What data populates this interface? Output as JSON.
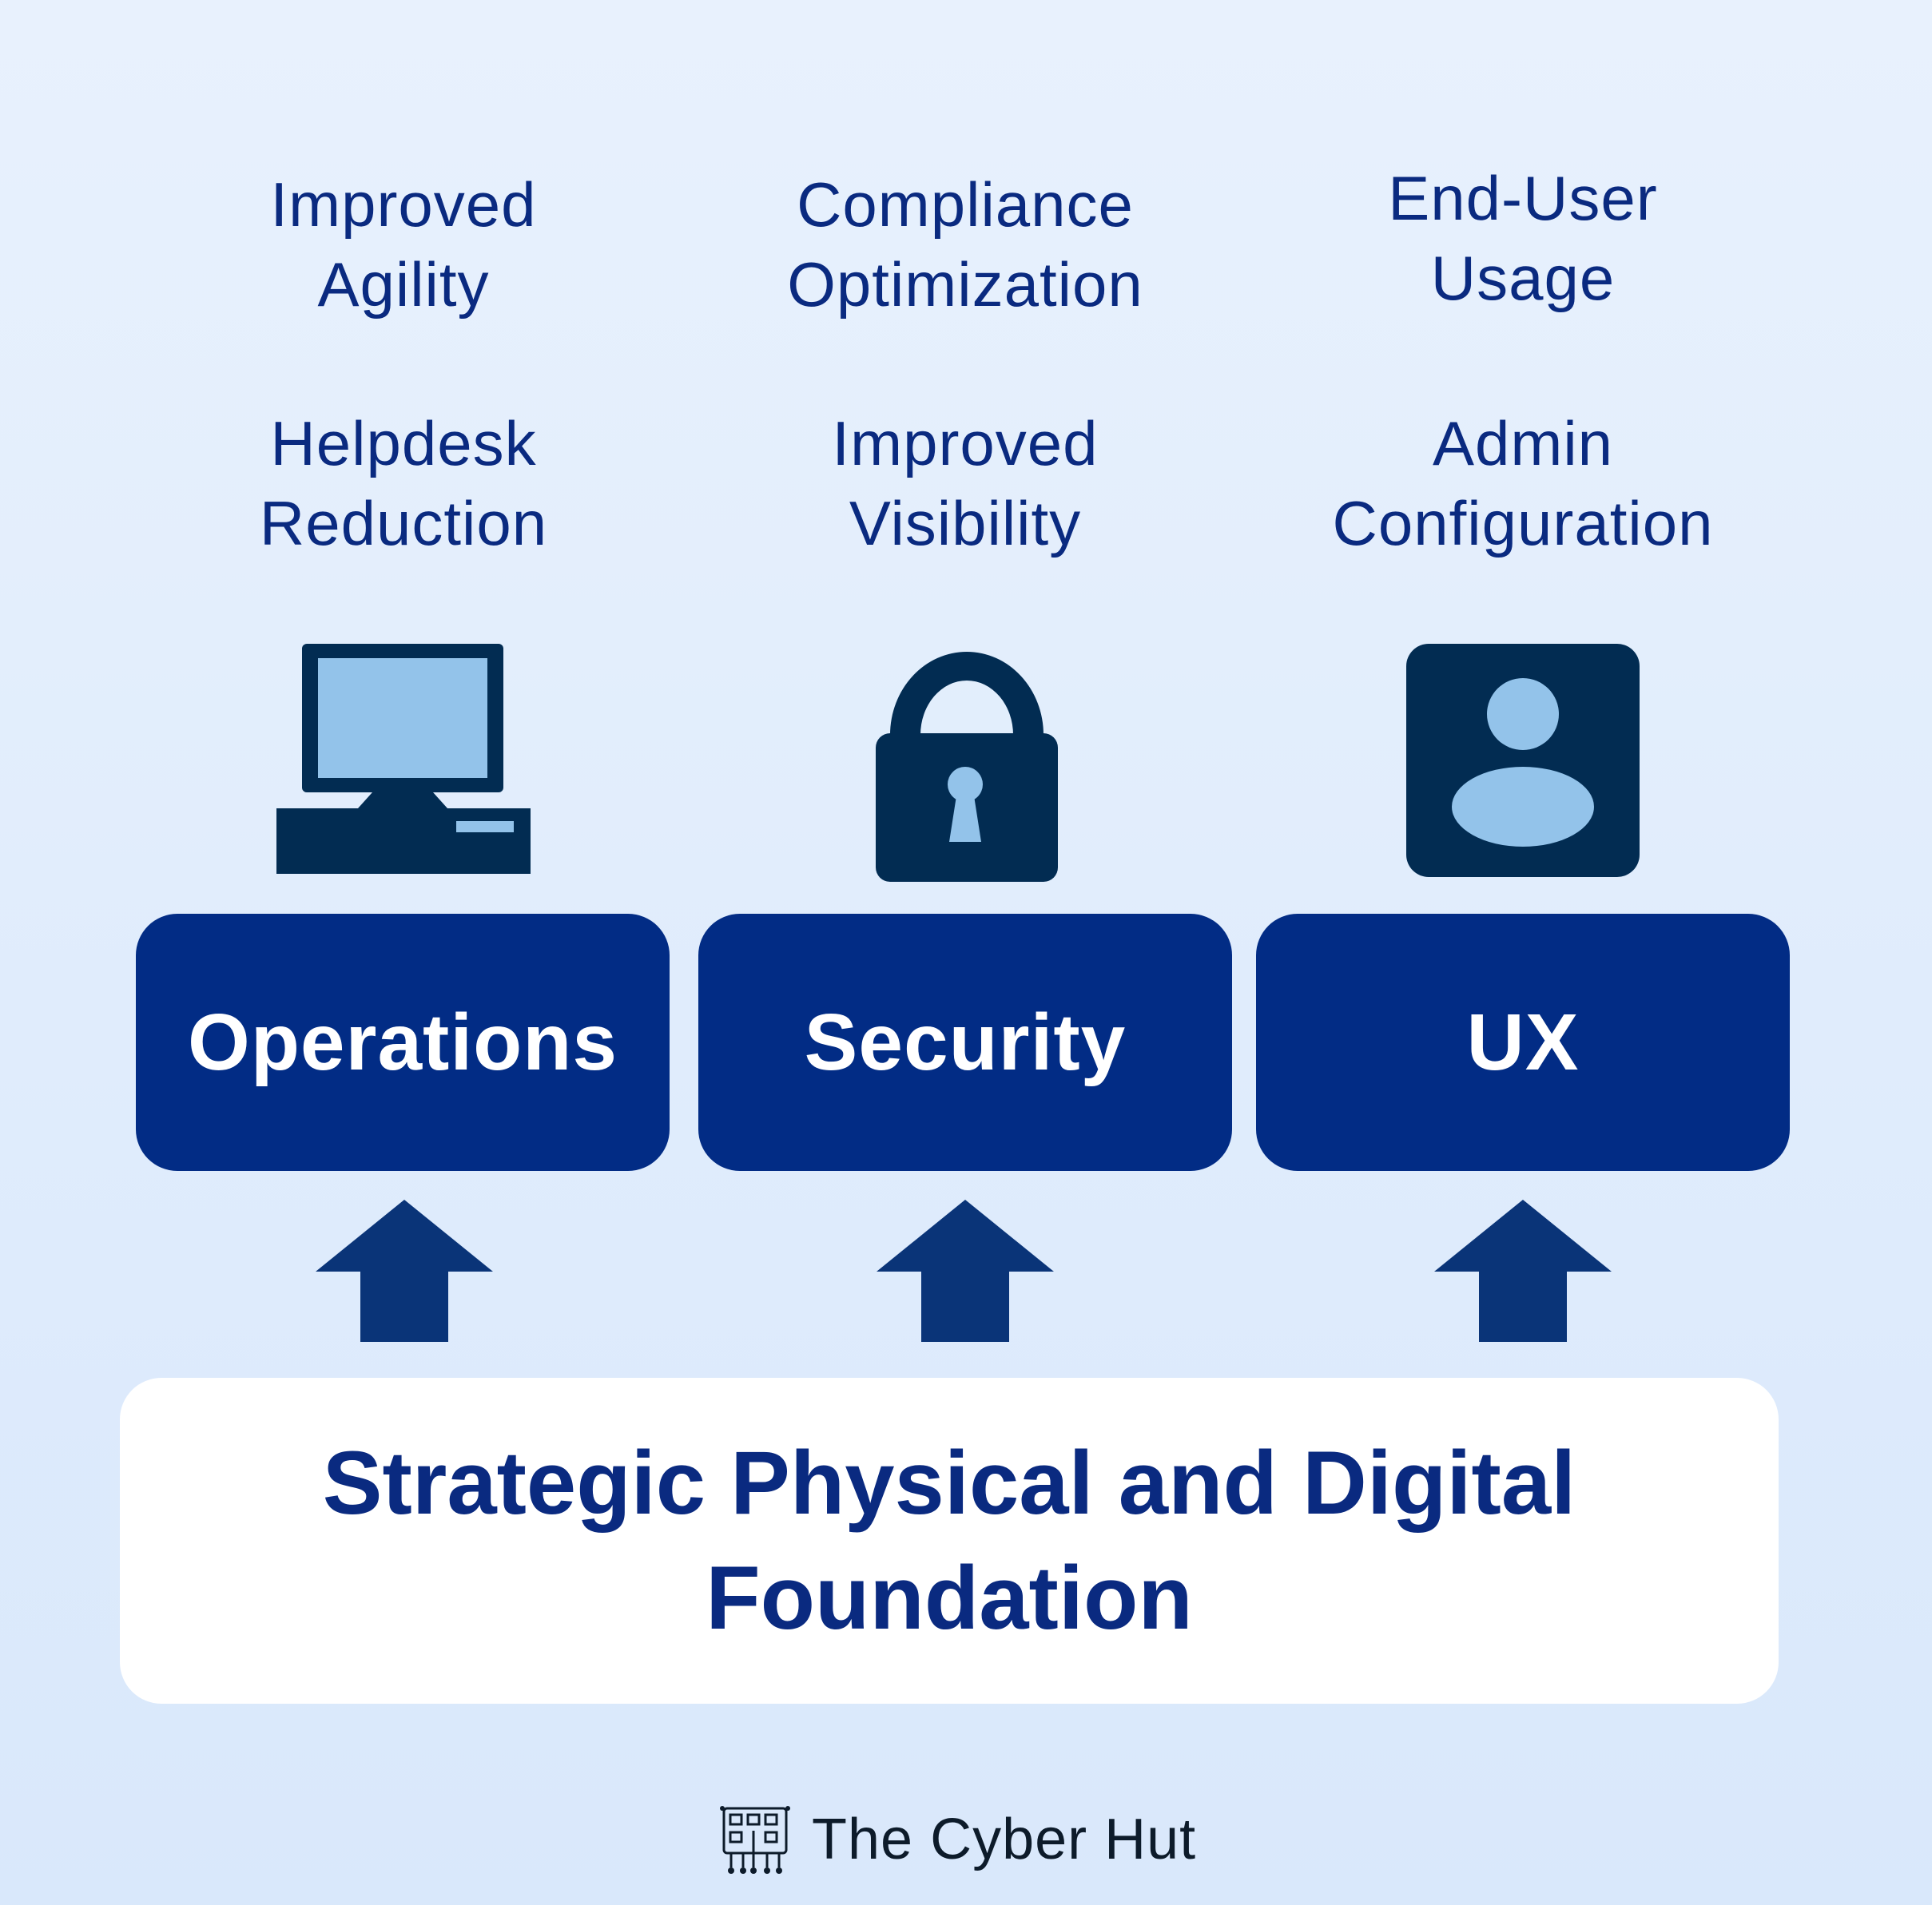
{
  "columns": [
    {
      "benefit_1": "Improved\nAgility",
      "benefit_2": "Helpdesk\nReduction",
      "icon": "desktop-computer-icon",
      "pillar": "Operations"
    },
    {
      "benefit_1": "Compliance\nOptimization",
      "benefit_2": "Improved\nVisibility",
      "icon": "padlock-icon",
      "pillar": "Security"
    },
    {
      "benefit_1": "End-User\nUsage",
      "benefit_2": "Admin\nConfiguration",
      "icon": "user-profile-icon",
      "pillar": "UX"
    }
  ],
  "foundation": "Strategic Physical and Digital Foundation",
  "brand": {
    "name": "The Cyber Hut",
    "icon": "circuit-board-icon"
  },
  "colors": {
    "pillar": "#022c85",
    "text": "#0a2a80",
    "icon_dark": "#022c52",
    "icon_light": "#93c3ea",
    "arrow": "#0a3478"
  }
}
